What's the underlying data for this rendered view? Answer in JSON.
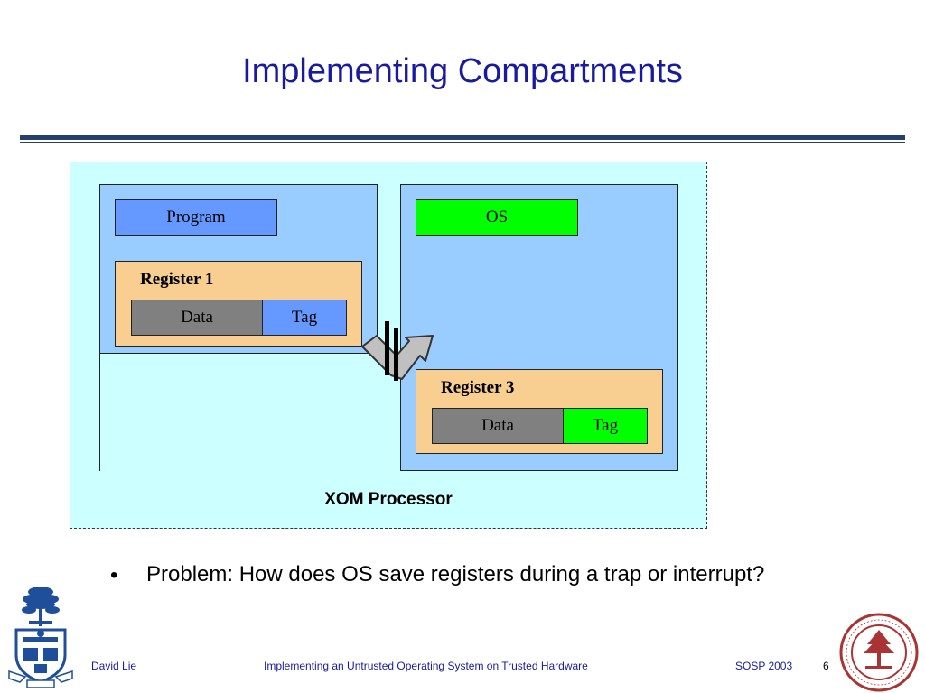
{
  "slide": {
    "title": "Implementing Compartments"
  },
  "diagram": {
    "processor_label": "XOM Processor",
    "program_label": "Program",
    "os_label": "OS",
    "register1": {
      "title": "Register 1",
      "data_label": "Data",
      "tag_label": "Tag"
    },
    "register3": {
      "title": "Register 3",
      "data_label": "Data",
      "tag_label": "Tag"
    }
  },
  "bullets": [
    "Problem: How does OS save registers during a trap or interrupt?"
  ],
  "footer": {
    "author": "David Lie",
    "talk": "Implementing an Untrusted Operating System on Trusted Hardware",
    "venue": "SOSP 2003",
    "page": "6"
  },
  "colors": {
    "title": "#1a1aa0",
    "processor_bg": "#ccffff",
    "compartment_bg": "#99ccff",
    "program_tag": "#6699ff",
    "os_tag": "#00ff00",
    "register_bg": "#f8cf90",
    "data_cell": "#808080",
    "seal_red": "#a33"
  }
}
